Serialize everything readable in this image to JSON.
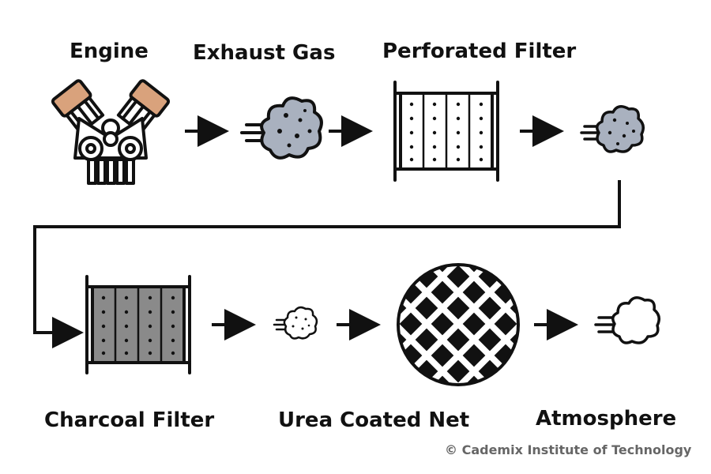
{
  "nodes": {
    "engine": "Engine",
    "exhaust_gas": "Exhaust Gas",
    "perforated_filter": "Perforated Filter",
    "charcoal_filter": "Charcoal Filter",
    "urea_coated_net": "Urea Coated Net",
    "atmosphere": "Atmosphere"
  },
  "copyright": "© Cademix Institute of Technology",
  "colors": {
    "stroke": "#111111",
    "engine_cap": "#d9a27c",
    "exhaust_cloud": "#a9b1bf",
    "charcoal": "#8a8a8a",
    "copyright_text": "#666666"
  }
}
